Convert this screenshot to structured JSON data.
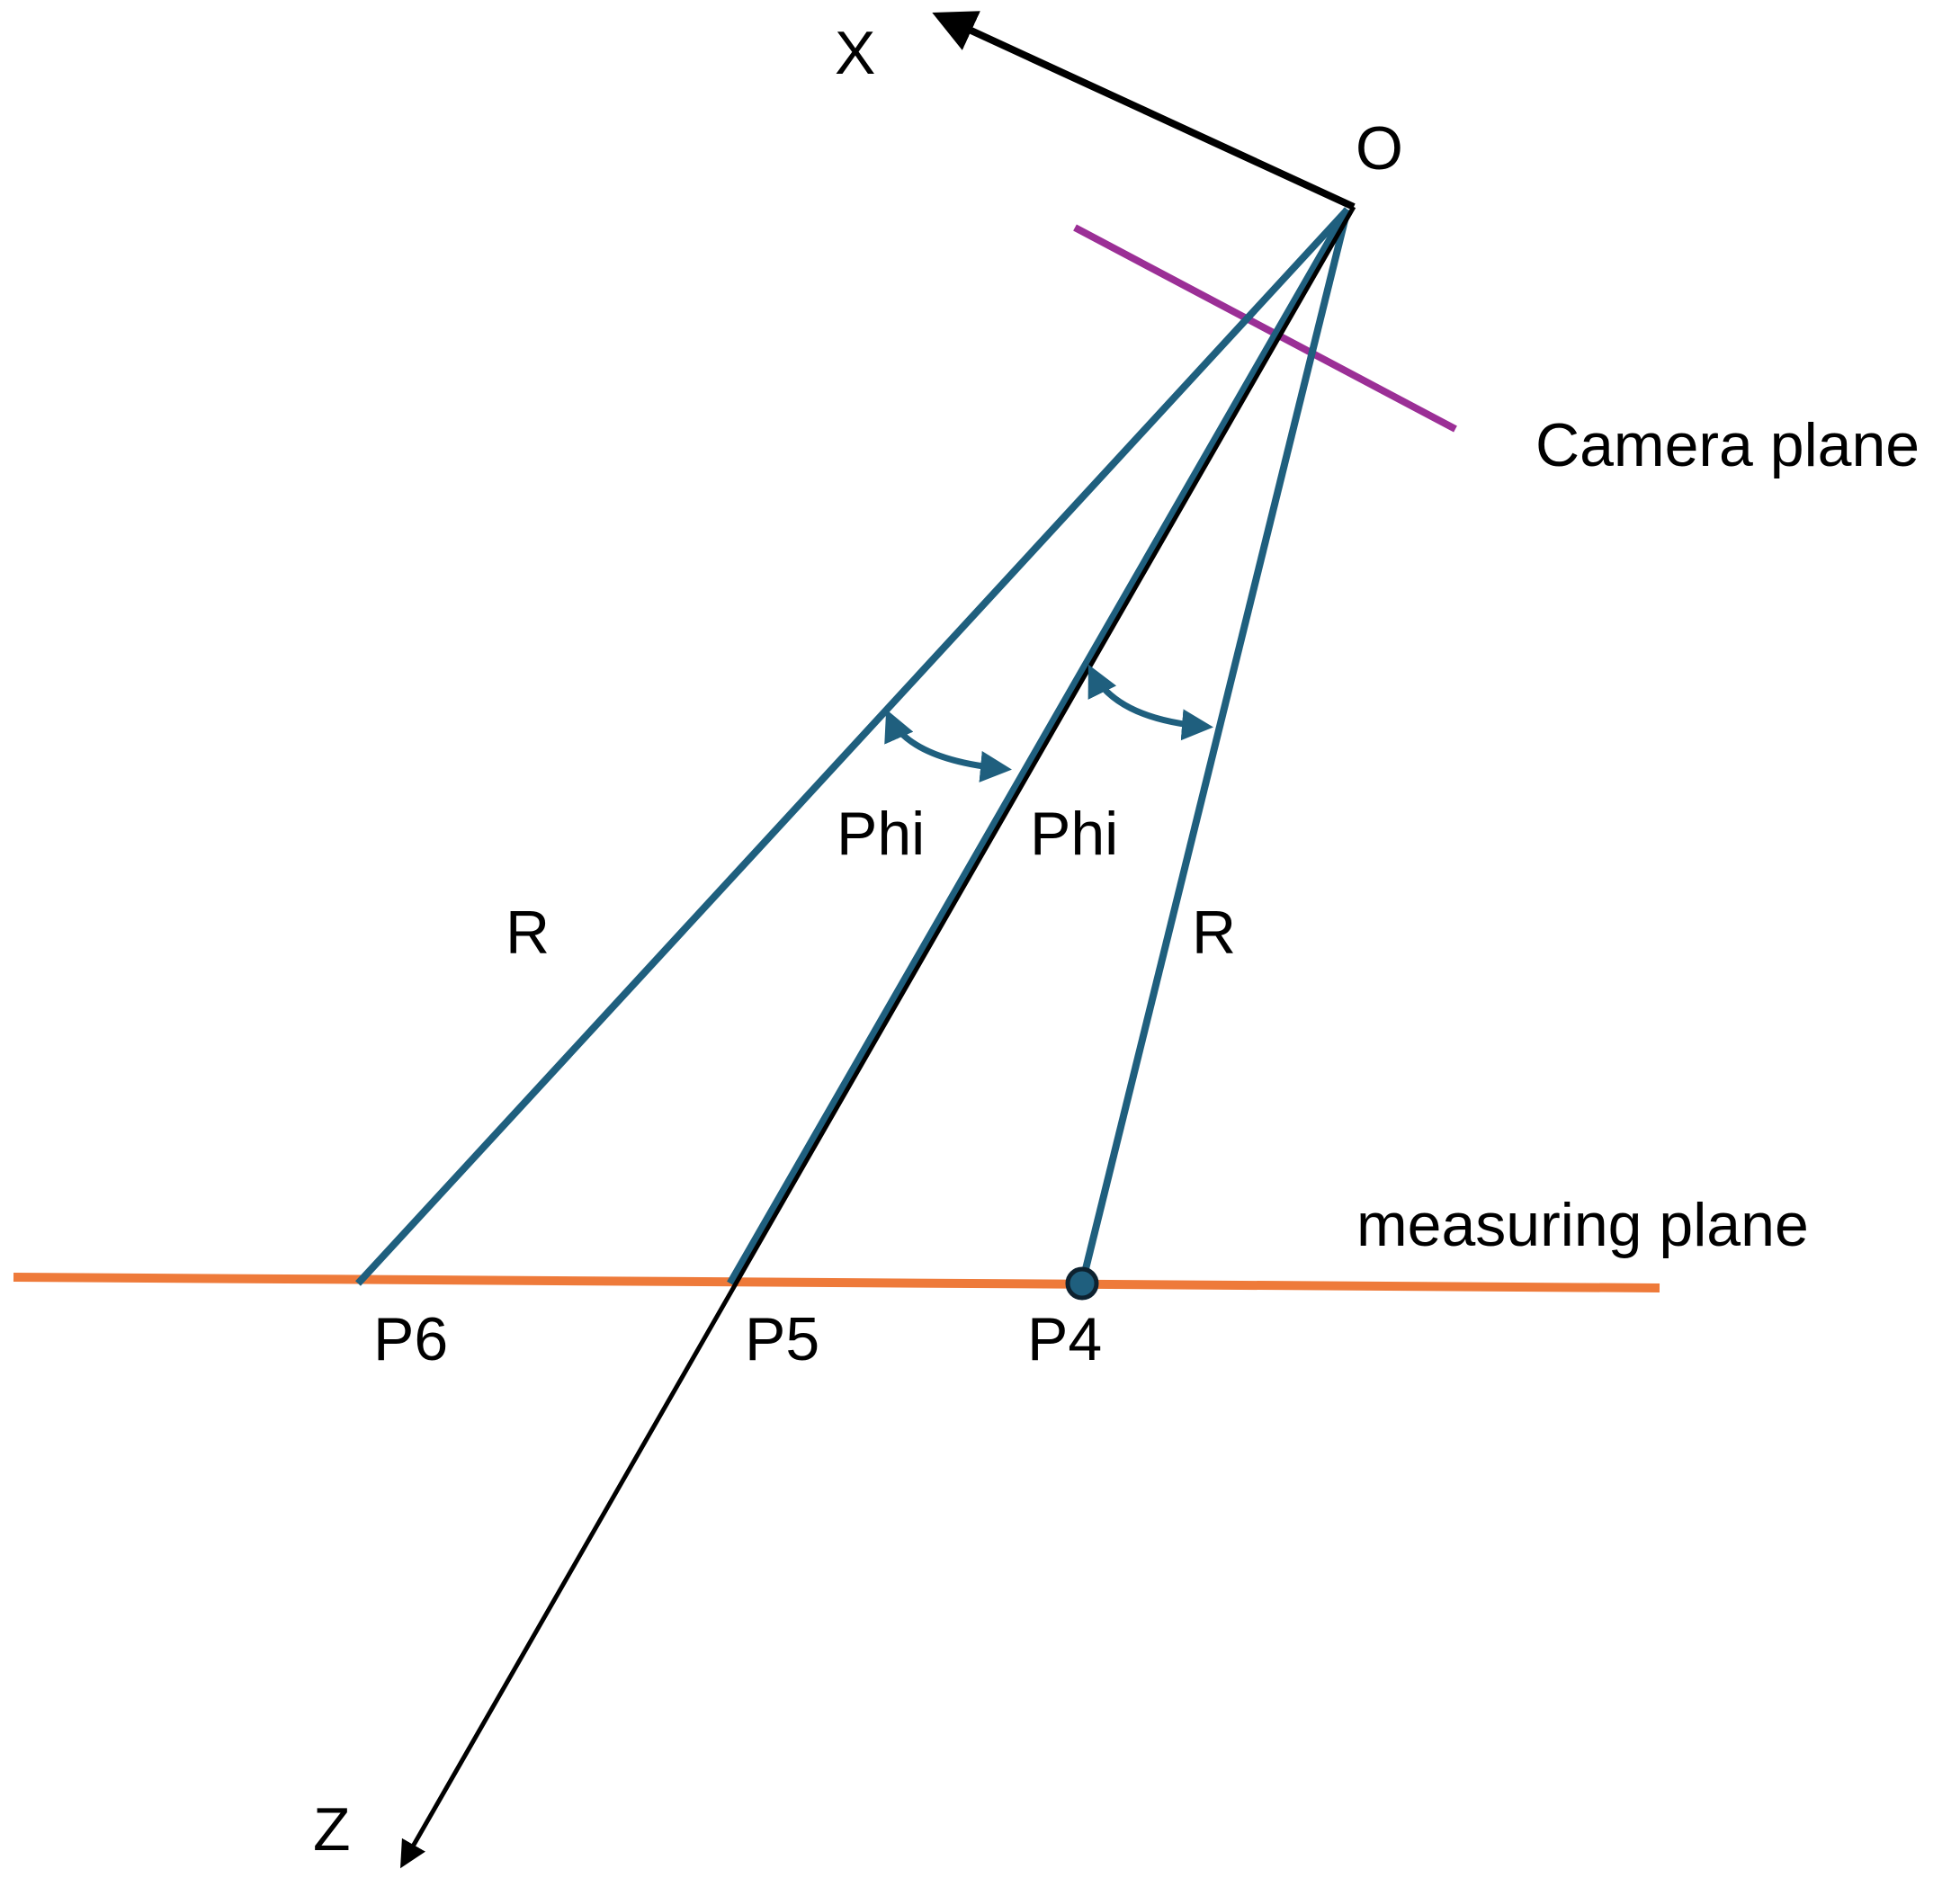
{
  "labels": {
    "x_axis": "X",
    "z_axis": "Z",
    "origin": "O",
    "camera_plane": "Camera plane",
    "measuring_plane": "measuring plane",
    "phi_left": "Phi",
    "phi_right": "Phi",
    "r_left": "R",
    "r_right": "R",
    "p6": "P6",
    "p5": "P5",
    "p4": "P4"
  },
  "colors": {
    "axis": "#000000",
    "ray": "#1f5f7e",
    "camera_plane": "#9b2f96",
    "measuring_plane": "#ee7a3a",
    "text": "#000000"
  }
}
